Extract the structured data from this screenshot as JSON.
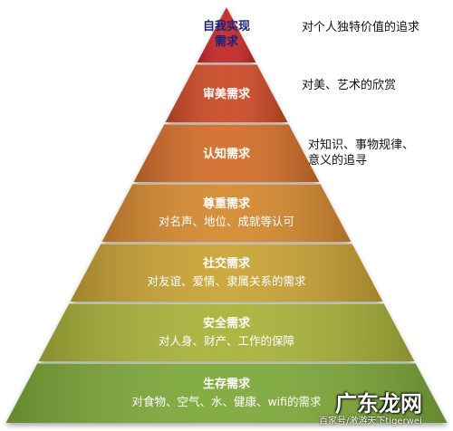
{
  "levels": [
    {
      "title": "自我实现",
      "title2": "需求",
      "desc": "",
      "color": "#c62828",
      "text_color": "#1a237e"
    },
    {
      "title": "审美需求",
      "desc": "",
      "color": "#cc4a26",
      "text_color": "#ffffff"
    },
    {
      "title": "认知需求",
      "desc": "",
      "color": "#d36e2b",
      "text_color": "#ffffff"
    },
    {
      "title": "尊重需求",
      "desc": "对名声、地位、成就等认可",
      "color": "#d58a30",
      "text_color": "#ffffff"
    },
    {
      "title": "社交需求",
      "desc": "对友谊、爱情、隶属关系的需求",
      "color": "#c9a335",
      "text_color": "#ffffff"
    },
    {
      "title": "安全需求",
      "desc": "对人身、财产、工作的保障",
      "color": "#a9b33a",
      "text_color": "#ffffff"
    },
    {
      "title": "生存需求",
      "desc": "对食物、空气、水、健康、wifi的需求",
      "color": "#7ea93a",
      "text_color": "#ffffff"
    }
  ],
  "side_notes": {
    "self_actualization": "对个人独特价值的追求",
    "aesthetic": "对美、艺术的欣赏",
    "cognitive_line1": "对知识、事物规律、",
    "cognitive_line2": "意义的追寻"
  },
  "watermark": {
    "logo_text": "广东龙网",
    "caption": "百家号/激游天下tigerwei"
  }
}
